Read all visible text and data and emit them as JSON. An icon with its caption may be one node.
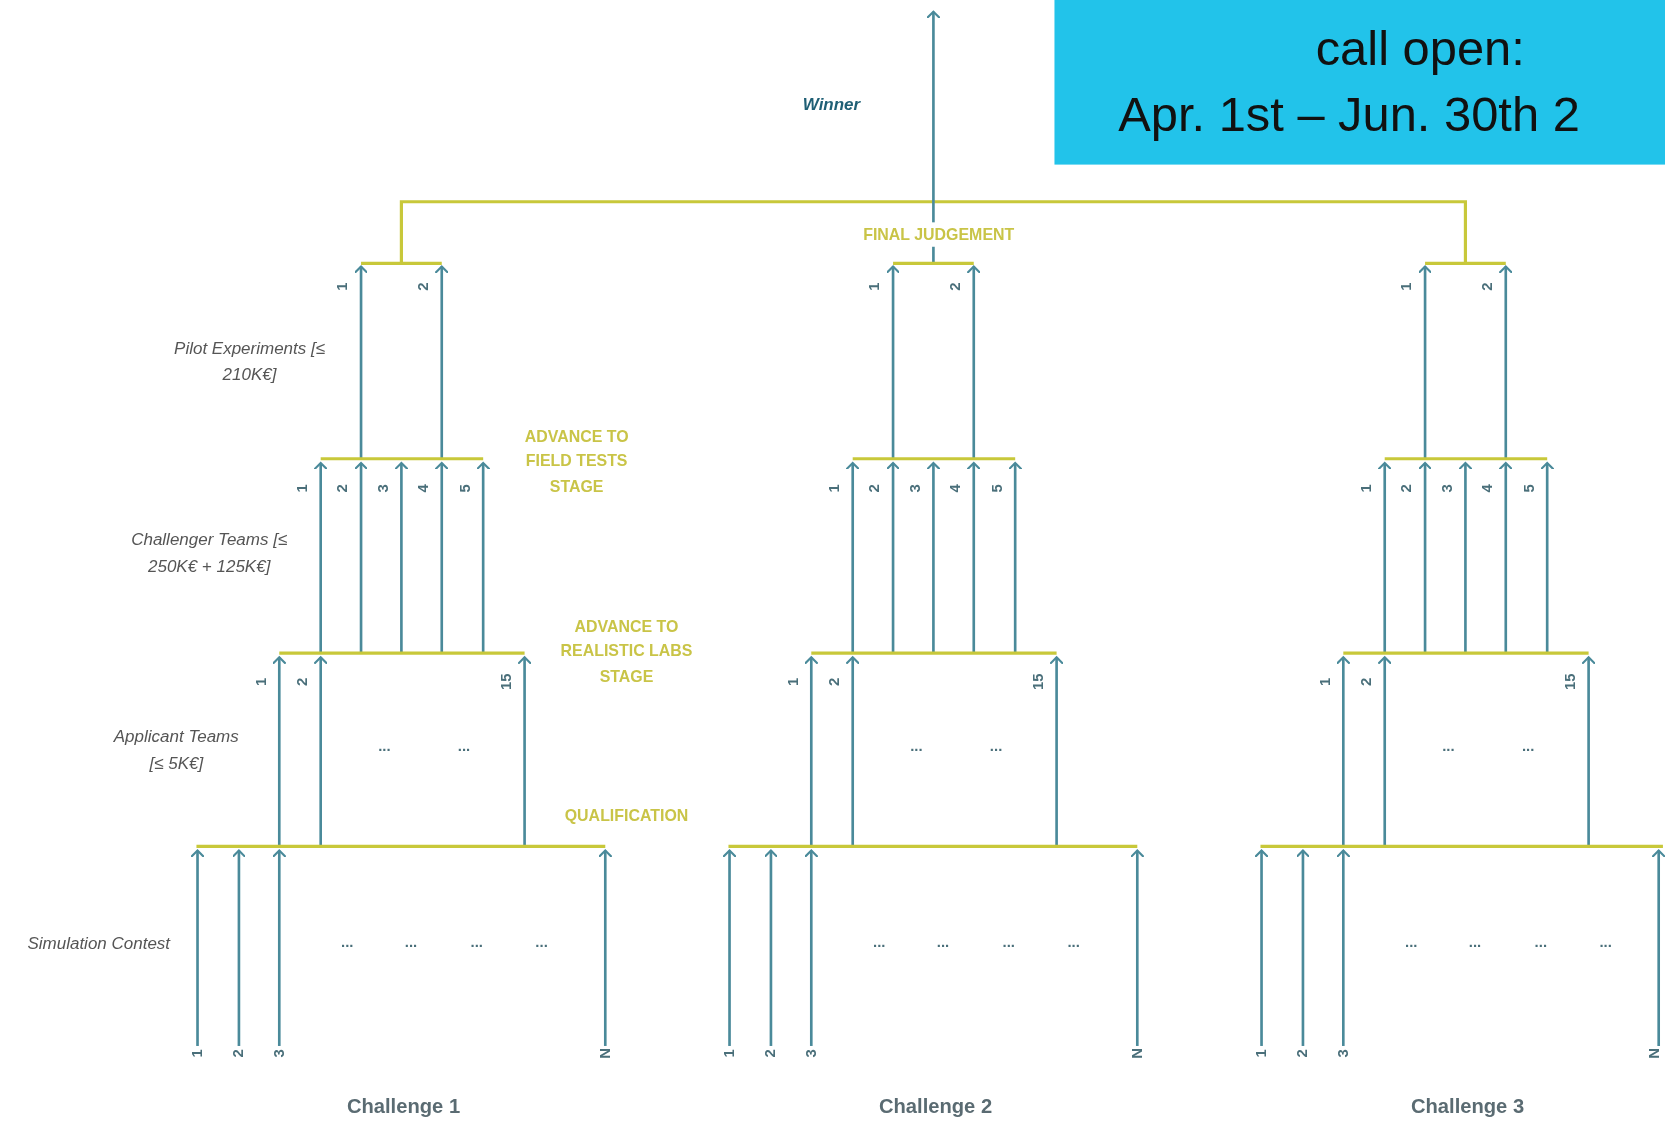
{
  "diagram": {
    "nodes": [
      {
        "text": [
          "call open:",
          "Apr. 1st – Jun. 30th 2"
        ]
      }
    ],
    "labels": [
      "Winner",
      "FINAL JUDGEMENT",
      "Pilot Experiments [≤ 210K€]",
      "ADVANCE TO FIELD TESTS STAGE",
      "Challenger Teams [≤ 250K€ + 125K€]",
      "ADVANCE TO REALISTIC LABS STAGE",
      "Applicant Teams [≤ 5K€]",
      "QUALIFICATION",
      "Simulation Contest",
      "1",
      "2",
      "1",
      "2",
      "3",
      "4",
      "5",
      "1",
      "2",
      "15",
      "...",
      "...",
      "1",
      "2",
      "3",
      "N",
      "...",
      "...",
      "...",
      "...",
      "Challenge 1",
      "1",
      "2",
      "1",
      "2",
      "3",
      "4",
      "5",
      "1",
      "2",
      "15",
      "...",
      "...",
      "1",
      "2",
      "3",
      "N",
      "...",
      "...",
      "...",
      "...",
      "Challenge 2",
      "1",
      "2",
      "1",
      "2",
      "3",
      "4",
      "5",
      "1",
      "2",
      "15",
      "...",
      "...",
      "1",
      "2",
      "3",
      "N",
      "...",
      "...",
      "...",
      "...",
      "Challenge 3"
    ]
  }
}
